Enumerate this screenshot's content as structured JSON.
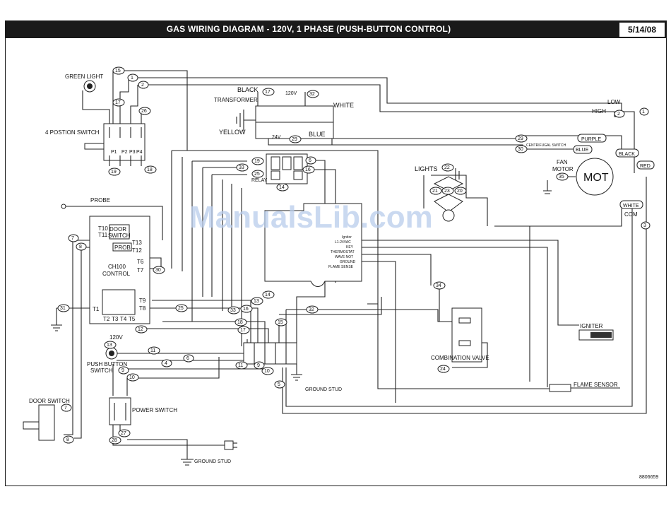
{
  "header": {
    "title": "GAS WIRING DIAGRAM - 120V, 1 PHASE   (PUSH-BUTTON CONTROL)",
    "date": "5/14/08"
  },
  "watermark": "ManualsLib.com",
  "drawing_number": "8806659",
  "components": {
    "green_light": "GREEN LIGHT",
    "four_position_switch": "4 POSTION SWITCH",
    "switch_positions": [
      "P1",
      "P2",
      "P3",
      "P4"
    ],
    "transformer": "TRANSFORMER",
    "transformer_primary": "120V",
    "transformer_secondary": "24V",
    "black": "BLACK",
    "white": "WHITE",
    "yellow": "YELLOW",
    "blue": "BLUE",
    "relay": "RELAY",
    "low": "LOW",
    "high": "HIGH",
    "centrifugal_switch": "CENTRIFUGAL SWITCH",
    "purple": "PURPLE",
    "fan_blue": "BLUE",
    "fan_black": "BLACK",
    "fan_red": "RED",
    "fan_white": "WHITE",
    "fan_com": "COM",
    "fan_motor_1": "FAN",
    "fan_motor_2": "MOTOR",
    "mot": "MOT",
    "lights": "LIGHTS",
    "probe": "PROBE",
    "probe_box": "PROB",
    "door_switch_top": "DOOR",
    "door_switch_bottom": "SWITCH",
    "ch100_1": "CH100",
    "ch100_2": "CONTROL",
    "v120": "120V",
    "igniter": "IGNITER",
    "combination_valve": "COMBINATION VALVE",
    "flame_sensor": "FLAME SENSOR",
    "push_button_1": "PUSH BUTTON",
    "push_button_2": "SWITCH",
    "power_switch": "POWER SWITCH",
    "ground_stud": "GROUND STUD",
    "ground_stud_2": "GROUND STUD",
    "door_switch": "DOOR SWITCH",
    "terminals": {
      "t1": "T1",
      "t2": "T2",
      "t3": "T3",
      "t4": "T4",
      "t5": "T5",
      "t6": "T6",
      "t7": "T7",
      "t8": "T8",
      "t9": "T9",
      "t10": "T10",
      "t11": "T11",
      "t12": "T12",
      "t13": "T13"
    },
    "ignition_module_terms": [
      "Ignitor",
      "L1-24VAC",
      "KEY",
      "THERMOSTAT",
      "WAVE NOT",
      "GROUND",
      "FLAME SENSE"
    ]
  },
  "wire_numbers": {
    "n1": "1",
    "n2": "2",
    "n2b": "2",
    "n3": "3",
    "n4": "4",
    "n5": "5",
    "n6": "6",
    "n6b": "6",
    "n7": "7",
    "n7b": "7",
    "n8": "8",
    "n8b": "8",
    "n9": "9",
    "n9b": "9",
    "n10": "10",
    "n10b": "10",
    "n11": "11",
    "n11b": "11",
    "n12": "12",
    "n13": "13",
    "n13b": "13",
    "n14": "14",
    "n14b": "14",
    "n15": "15",
    "n15b": "15",
    "n16": "16",
    "n16b": "16",
    "n17": "17",
    "n17b": "17",
    "n18": "18",
    "n18b": "18",
    "n19": "19",
    "n19b": "19",
    "n20": "20",
    "n21": "21",
    "n22": "22",
    "n23": "23",
    "n24": "24",
    "n25": "25",
    "n25b": "25",
    "n26": "26",
    "n27": "27",
    "n28": "28",
    "n29": "29",
    "n29b": "29",
    "n30": "30",
    "n30b": "30",
    "n31": "31",
    "n32": "32",
    "n32b": "32",
    "n33": "33",
    "n33b": "33",
    "n34": "34",
    "n35": "35"
  }
}
